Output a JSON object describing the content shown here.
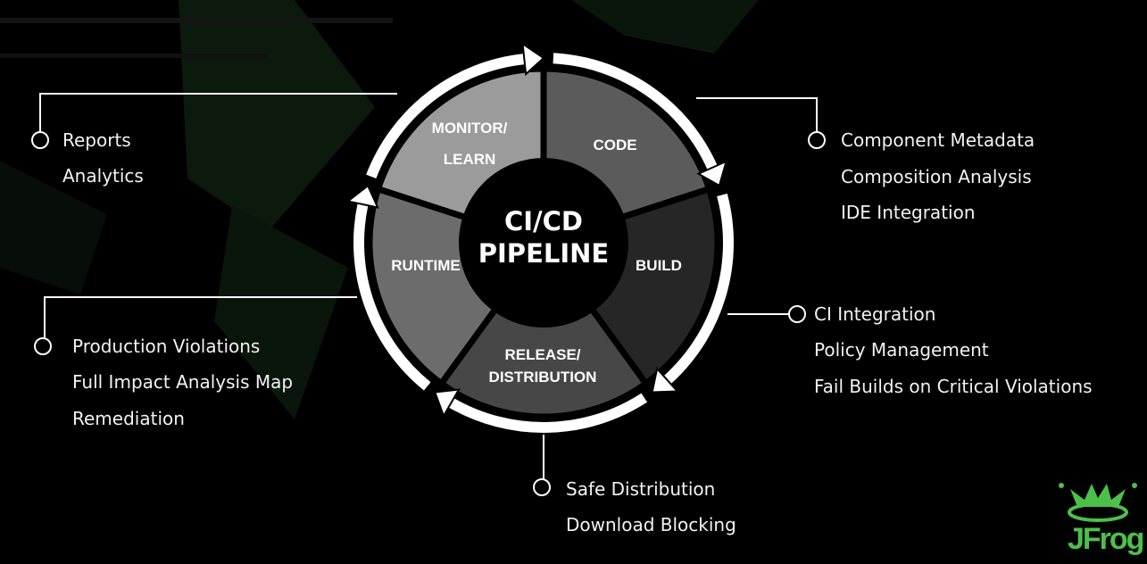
{
  "center": {
    "line1": "CI/CD",
    "line2": "PIPELINE"
  },
  "segments": [
    {
      "id": "monitor",
      "line1": "MONITOR/",
      "line2": "LEARN",
      "color": "#9b9b9b"
    },
    {
      "id": "code",
      "line1": "CODE",
      "line2": "",
      "color": "#5b5b5b"
    },
    {
      "id": "build",
      "line1": "BUILD",
      "line2": "",
      "color": "#262626"
    },
    {
      "id": "release",
      "line1": "RELEASE/",
      "line2": "DISTRIBUTION",
      "color": "#474747"
    },
    {
      "id": "runtime",
      "line1": "RUNTIME",
      "line2": "",
      "color": "#6c6c6c"
    }
  ],
  "callouts": {
    "monitor": [
      "Reports",
      "Analytics"
    ],
    "code": [
      "Component Metadata",
      "Composition Analysis",
      "IDE Integration"
    ],
    "build": [
      "CI Integration",
      "Policy Management",
      "Fail Builds on Critical Violations"
    ],
    "release": [
      "Safe Distribution",
      "Download Blocking"
    ],
    "runtime": [
      "Production Violations",
      "Full Impact Analysis Map",
      "Remediation"
    ]
  },
  "logo": {
    "text": "JFrog",
    "color": "#4cc04a"
  }
}
